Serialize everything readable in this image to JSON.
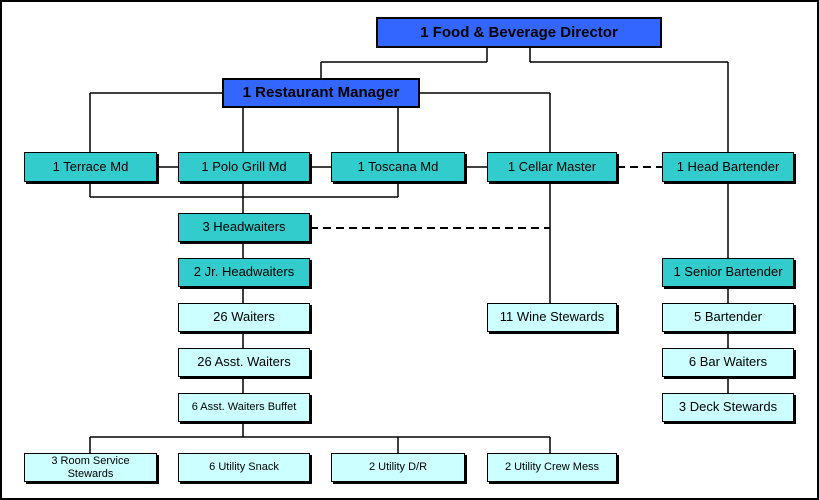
{
  "org_chart": {
    "director": "1 Food & Beverage Director",
    "restaurant_manager": "1 Restaurant Manager",
    "terrace_md": "1 Terrace Md",
    "polo_grill_md": "1 Polo Grill Md",
    "toscana_md": "1 Toscana Md",
    "cellar_master": "1 Cellar Master",
    "head_bartender": "1 Head Bartender",
    "headwaiters": "3 Headwaiters",
    "jr_headwaiters": "2 Jr. Headwaiters",
    "waiters": "26 Waiters",
    "asst_waiters": "26 Asst. Waiters",
    "asst_waiters_buffet": "6 Asst. Waiters Buffet",
    "wine_stewards": "11 Wine Stewards",
    "senior_bartender": "1 Senior Bartender",
    "bartender": "5 Bartender",
    "bar_waiters": "6 Bar Waiters",
    "deck_stewards": "3 Deck Stewards",
    "room_service_stewards": "3 Room Service Stewards",
    "utility_snack": "6 Utility Snack",
    "utility_dr": "2 Utility D/R",
    "utility_crew_mess": "2 Utility Crew Mess"
  },
  "colors": {
    "top_level": "#3366ff",
    "mid_level": "#33cccc",
    "staff_level": "#ccffff"
  }
}
